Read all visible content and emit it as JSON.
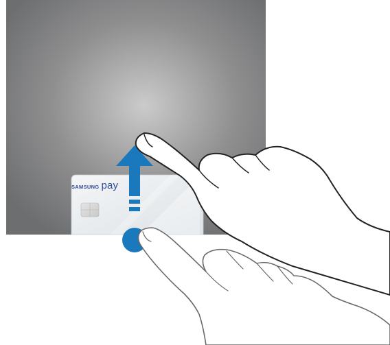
{
  "screen": {
    "name": "phone-lock-screen",
    "background_gradient": [
      "#cbcbcb",
      "#8f8f90",
      "#6d6e70"
    ]
  },
  "card": {
    "brand_name": "SAMSUNG",
    "brand_product": "pay",
    "brand_color": "#2d4a9c",
    "card_color": "#e9edf0"
  },
  "gesture": {
    "type": "swipe-up",
    "start_icon": "blue-circle-handle",
    "arrow_color": "#1a78bd",
    "icon": "upward-arrow-icon"
  }
}
